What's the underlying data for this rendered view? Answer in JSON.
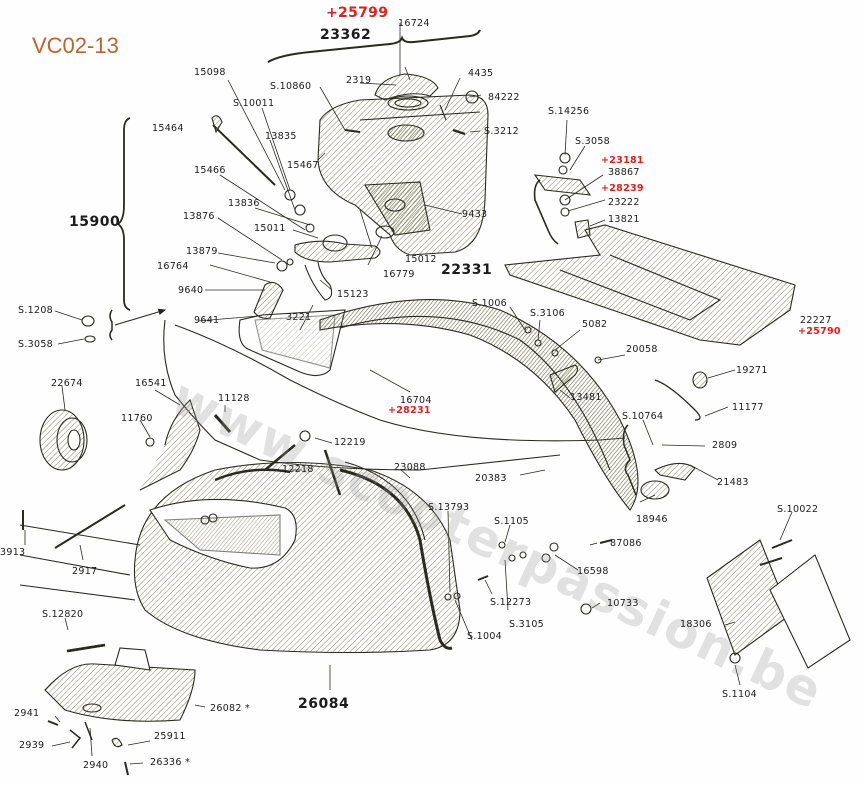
{
  "sheet_code": "VC02-13",
  "watermark": "www.scooterpassion.be",
  "colors": {
    "sheet_code": "#c0622a",
    "update_marks": "#e0201a",
    "line_art": "#2a2a1e",
    "hatch": "#8a8a60"
  },
  "assemblies": {
    "fuel_tank": {
      "number": "23362",
      "replacement": "+25799"
    },
    "fuel_tap": {
      "number": "15900"
    },
    "rear_frame_cowl": {
      "number": "26084"
    },
    "mudguard": {
      "number": "22331"
    },
    "rear_rack": {
      "number": "22227",
      "replacement": "+25790"
    }
  },
  "labels": [
    {
      "id": "16724",
      "text": "16724"
    },
    {
      "id": "4435",
      "text": "4435"
    },
    {
      "id": "84222",
      "text": "84222"
    },
    {
      "id": "2319",
      "text": "2319"
    },
    {
      "id": "S.10860",
      "text": "S.10860"
    },
    {
      "id": "S.3212",
      "text": "S.3212"
    },
    {
      "id": "15098",
      "text": "15098"
    },
    {
      "id": "S.10011",
      "text": "S.10011"
    },
    {
      "id": "15464",
      "text": "15464"
    },
    {
      "id": "13835",
      "text": "13835"
    },
    {
      "id": "15467",
      "text": "15467"
    },
    {
      "id": "15466",
      "text": "15466"
    },
    {
      "id": "13836",
      "text": "13836"
    },
    {
      "id": "13876",
      "text": "13876"
    },
    {
      "id": "15011",
      "text": "15011"
    },
    {
      "id": "13879",
      "text": "13879"
    },
    {
      "id": "16764",
      "text": "16764"
    },
    {
      "id": "9640",
      "text": "9640"
    },
    {
      "id": "9641",
      "text": "9641"
    },
    {
      "id": "15123",
      "text": "15123"
    },
    {
      "id": "16779",
      "text": "16779"
    },
    {
      "id": "15012",
      "text": "15012"
    },
    {
      "id": "9433",
      "text": "9433"
    },
    {
      "id": "3221",
      "text": "3221"
    },
    {
      "id": "S.14256",
      "text": "S.14256"
    },
    {
      "id": "S.3058-top",
      "text": "S.3058"
    },
    {
      "id": "23181",
      "text": "+23181"
    },
    {
      "id": "38867",
      "text": "38867"
    },
    {
      "id": "28239",
      "text": "+28239"
    },
    {
      "id": "23222",
      "text": "23222"
    },
    {
      "id": "13821",
      "text": "13821"
    },
    {
      "id": "S.1208",
      "text": "S.1208"
    },
    {
      "id": "S.3058-left",
      "text": "S.3058"
    },
    {
      "id": "S.1006",
      "text": "S.1006"
    },
    {
      "id": "S.3106",
      "text": "S.3106"
    },
    {
      "id": "5082",
      "text": "5082"
    },
    {
      "id": "20058",
      "text": "20058"
    },
    {
      "id": "13481",
      "text": "13481"
    },
    {
      "id": "16704",
      "text": "16704"
    },
    {
      "id": "28231",
      "text": "+28231"
    },
    {
      "id": "19271",
      "text": "19271"
    },
    {
      "id": "11177",
      "text": "11177"
    },
    {
      "id": "S.10764",
      "text": "S.10764"
    },
    {
      "id": "2809",
      "text": "2809"
    },
    {
      "id": "21483",
      "text": "21483"
    },
    {
      "id": "22674",
      "text": "22674"
    },
    {
      "id": "16541",
      "text": "16541"
    },
    {
      "id": "11760",
      "text": "11760"
    },
    {
      "id": "11128",
      "text": "11128"
    },
    {
      "id": "12219",
      "text": "12219"
    },
    {
      "id": "12218",
      "text": "12218"
    },
    {
      "id": "23088",
      "text": "23088"
    },
    {
      "id": "20383",
      "text": "20383"
    },
    {
      "id": "18946",
      "text": "18946"
    },
    {
      "id": "S.13793",
      "text": "S.13793"
    },
    {
      "id": "S.1105",
      "text": "S.1105"
    },
    {
      "id": "87086",
      "text": "87086"
    },
    {
      "id": "16598",
      "text": "16598"
    },
    {
      "id": "S.12273",
      "text": "S.12273"
    },
    {
      "id": "S.3105",
      "text": "S.3105"
    },
    {
      "id": "10733",
      "text": "10733"
    },
    {
      "id": "S.1004",
      "text": "S.1004"
    },
    {
      "id": "S.10022",
      "text": "S.10022"
    },
    {
      "id": "18306",
      "text": "18306"
    },
    {
      "id": "S.1104",
      "text": "S.1104"
    },
    {
      "id": "3913",
      "text": "3913"
    },
    {
      "id": "2917",
      "text": "2917"
    },
    {
      "id": "S.12820",
      "text": "S.12820"
    },
    {
      "id": "26082",
      "text": "26082 *"
    },
    {
      "id": "2941",
      "text": "2941"
    },
    {
      "id": "2939",
      "text": "2939"
    },
    {
      "id": "2940",
      "text": "2940"
    },
    {
      "id": "25911",
      "text": "25911"
    },
    {
      "id": "26336",
      "text": "26336 *"
    }
  ]
}
